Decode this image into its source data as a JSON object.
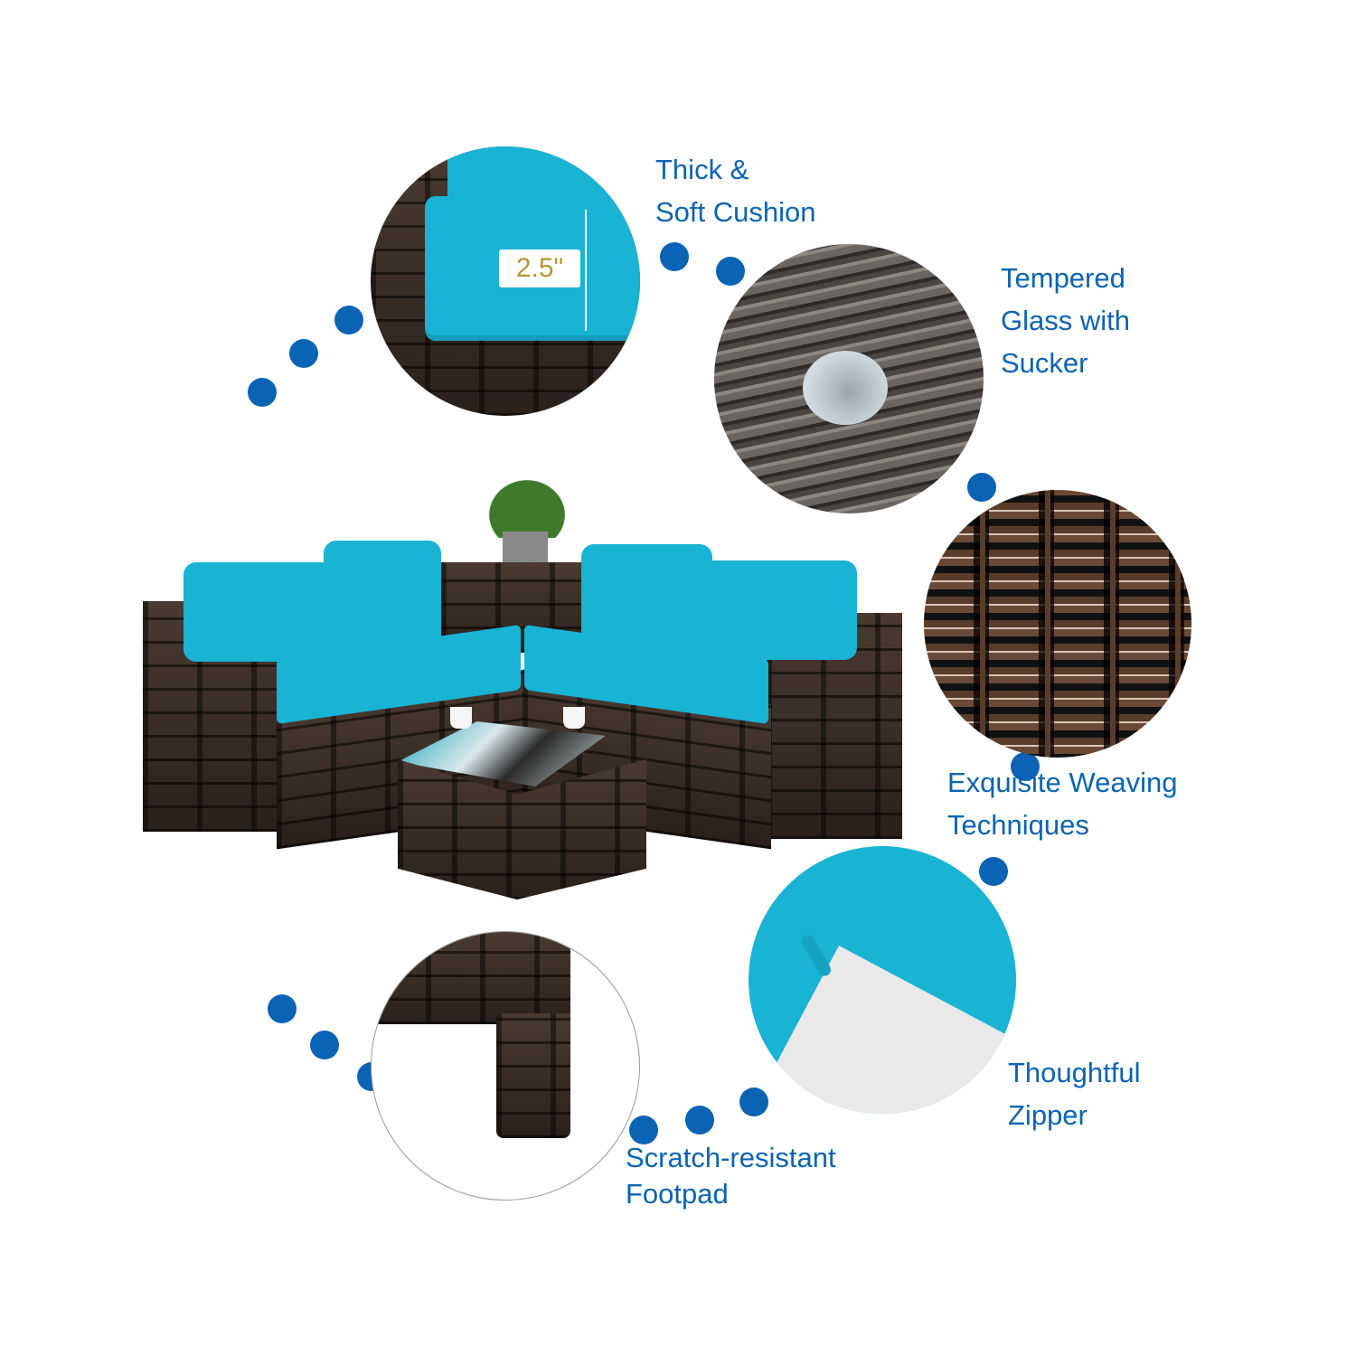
{
  "colors": {
    "accent_blue": "#0a63b4",
    "cushion_turquoise": "#19b3d4",
    "rattan_brown": "#3a2820",
    "badge_text_gold": "#b8962e"
  },
  "features": [
    {
      "id": "cushion",
      "lines": [
        "Thick &",
        "Soft Cushion"
      ],
      "badge": "2.5\""
    },
    {
      "id": "glass",
      "lines": [
        "Tempered",
        "Glass with",
        "Sucker"
      ]
    },
    {
      "id": "weaving",
      "lines": [
        "Exquisite Weaving",
        "Techniques"
      ]
    },
    {
      "id": "zipper",
      "lines": [
        "Thoughtful",
        "Zipper"
      ]
    },
    {
      "id": "footpad",
      "lines": [
        "Scratch-resistant",
        "Footpad"
      ]
    }
  ],
  "product": {
    "name": "4-piece rattan sectional sofa set with turquoise cushions, storage box and glass-top coffee table"
  }
}
